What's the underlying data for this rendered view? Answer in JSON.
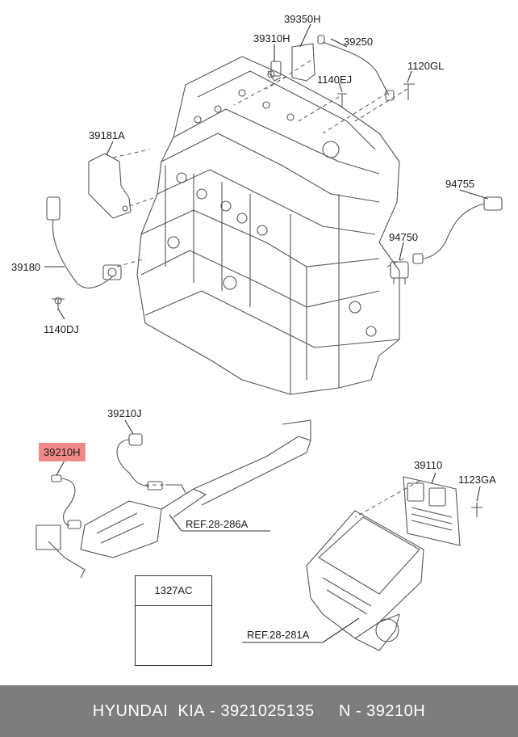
{
  "labels": {
    "l39350H": "39350H",
    "l39310H": "39310H",
    "l39250": "39250",
    "l1120GL": "1120GL",
    "l1140EJ": "1140EJ",
    "l39181A": "39181A",
    "l94755": "94755",
    "l94750": "94750",
    "l39180": "39180",
    "l1140DJ": "1140DJ",
    "l39210J": "39210J",
    "l39210H": "39210H",
    "l39110": "39110",
    "l1123GA": "1123GA",
    "l1327AC": "1327AC"
  },
  "refs": {
    "ref286A": "REF.28-286A",
    "ref281A": "REF.28-281A"
  },
  "footer": {
    "brand": "HYUNDAI  KIA",
    "sep1": " - ",
    "part_number": "3921025135",
    "gap": "     ",
    "n_prefix": "N - ",
    "highlight_code": "39210H"
  },
  "colors": {
    "highlight": "#f08a8a",
    "footer_bg": "#7d7d7d",
    "line": "#333333"
  }
}
